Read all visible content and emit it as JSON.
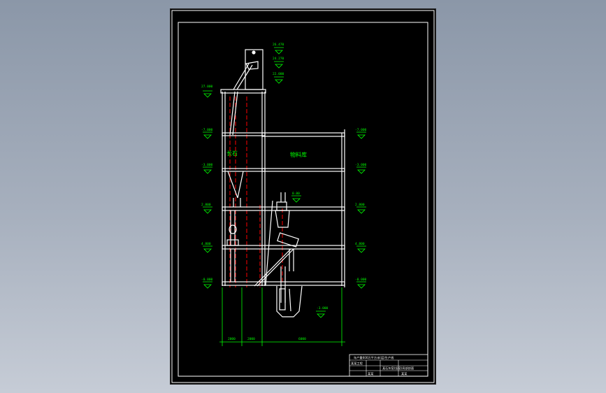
{
  "drawing": {
    "elevations_left": [
      "27.000",
      "-7.000",
      "-3.000",
      "2.800",
      "4.800",
      "-0.000"
    ],
    "elevations_top": [
      "26.470",
      "24.270",
      "22.000"
    ],
    "elevations_right": [
      "-7.000",
      "-3.000",
      "2.800",
      "4.800",
      "-0.000"
    ],
    "elevation_inner": "0.00",
    "elevation_pit": "-3.000",
    "room_label_left": "长石",
    "room_label_right": "物料库",
    "dimensions": [
      "2000",
      "2000",
      "6000"
    ],
    "title_block": {
      "title": "年产量600万平方米(层)生产线",
      "line2": "某某工程",
      "line3": "某石灰窑(竖窑)局部剖面",
      "line4": "某某",
      "line5": "某某"
    }
  },
  "colors": {
    "background_sheet": "#000000",
    "line_white": "#ffffff",
    "dimension_green": "#00ff00",
    "centerline_red": "#ff0000",
    "window_gradient_top": "#8b97a8",
    "window_gradient_bottom": "#c6ccd6"
  }
}
